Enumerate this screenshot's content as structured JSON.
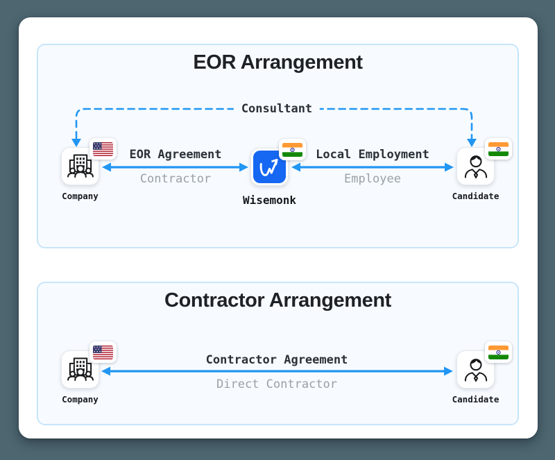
{
  "colors": {
    "background": "#4D6670",
    "accent_blue": "#2196F3",
    "wisemonk_blue": "#1667F2",
    "panel_bg": "#F7FBFF",
    "panel_border": "#C7E5F9",
    "title_text": "#1E2227",
    "label_dark": "#2B3138",
    "label_gray": "#99A0A7"
  },
  "panels": [
    {
      "title": "EOR Arrangement",
      "consultant_connector": {
        "label": "Consultant",
        "style": "dashed"
      },
      "connections": [
        {
          "label_top": "EOR Agreement",
          "label_bottom": "Contractor"
        },
        {
          "label_top": "Local Employment",
          "label_bottom": "Employee"
        }
      ],
      "nodes": [
        {
          "label": "Company",
          "flag": "us-flag"
        },
        {
          "label": "Wisemonk",
          "flag": "india-flag"
        },
        {
          "label": "Candidate",
          "flag": "india-flag"
        }
      ]
    },
    {
      "title": "Contractor Arrangement",
      "connections": [
        {
          "label_top": "Contractor Agreement",
          "label_bottom": "Direct Contractor"
        }
      ],
      "nodes": [
        {
          "label": "Company",
          "flag": "us-flag"
        },
        {
          "label": "Candidate",
          "flag": "india-flag"
        }
      ]
    }
  ]
}
